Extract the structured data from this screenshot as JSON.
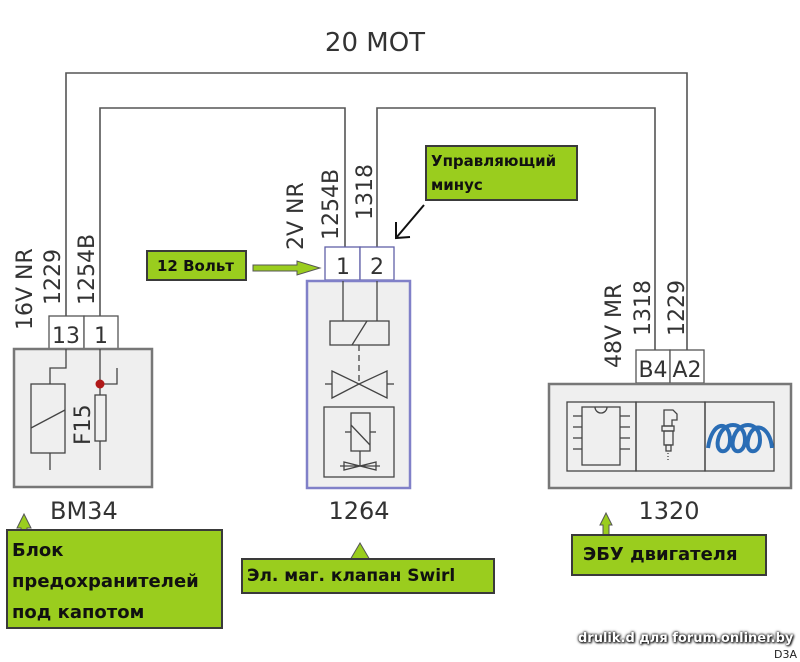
{
  "title": "20 MOT",
  "components": {
    "bm34": {
      "id": "BM34",
      "fuse": "F15",
      "connector_label": "16V NR",
      "pins": [
        {
          "pin": "13",
          "wire": "1229"
        },
        {
          "pin": "1",
          "wire": "1254B"
        }
      ]
    },
    "valve": {
      "id": "1264",
      "connector_label": "2V NR",
      "pins": [
        {
          "pin": "1",
          "wire": "1254B"
        },
        {
          "pin": "2",
          "wire": "1318"
        }
      ]
    },
    "ecu": {
      "id": "1320",
      "connector_label": "48V MR",
      "pins": [
        {
          "pin": "B4",
          "wire": "1318"
        },
        {
          "pin": "A2",
          "wire": "1229"
        }
      ]
    }
  },
  "callouts": {
    "voltage": "12 Вольт",
    "control_minus": [
      "Управляющий",
      "минус"
    ],
    "fuse_box": [
      "Блок",
      "предохранителей",
      "под капотом"
    ],
    "swirl_valve": "Эл. маг. клапан Swirl",
    "ecu": "ЭБУ двигателя"
  },
  "watermark": "drulik.d для forum.onliner.by",
  "corner_code": "D3A",
  "colors": {
    "callout_bg": "#9acd1e",
    "wire": "#555555",
    "valve_border": "#8080c8",
    "coil": "#2a6db5",
    "dot": "#b01818"
  }
}
